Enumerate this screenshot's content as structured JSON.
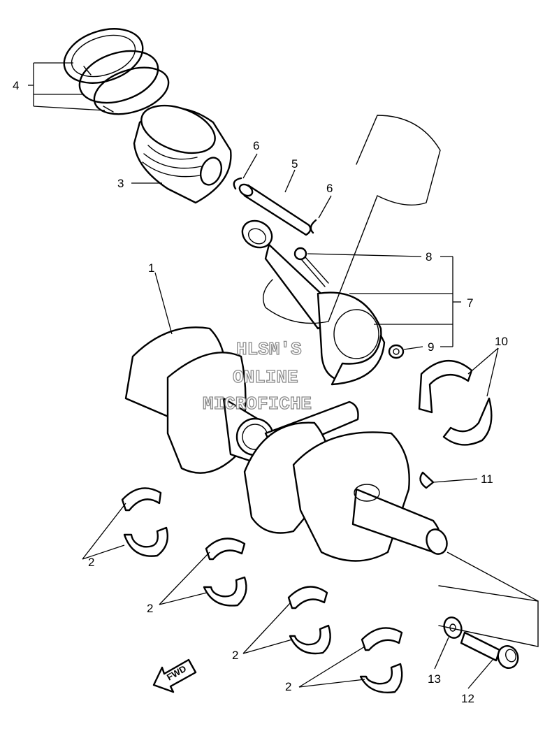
{
  "diagram": {
    "callouts": {
      "crankshaft": "1",
      "bearing_a": "2",
      "bearing_b": "2",
      "bearing_c": "2",
      "bearing_d": "2",
      "piston": "3",
      "ring_set": "4",
      "piston_pin": "5",
      "clip_left": "6",
      "clip_right": "6",
      "conrod_assy": "7",
      "conrod_bolt": "8",
      "conrod_nut": "9",
      "big_end_bearing": "10",
      "woodruff_key": "11",
      "bolt": "12",
      "washer": "13"
    },
    "watermark": {
      "line1": "HLSM'S",
      "line2": "ONLINE",
      "line3": "MICROFICHE"
    },
    "direction_label": "FWD"
  }
}
